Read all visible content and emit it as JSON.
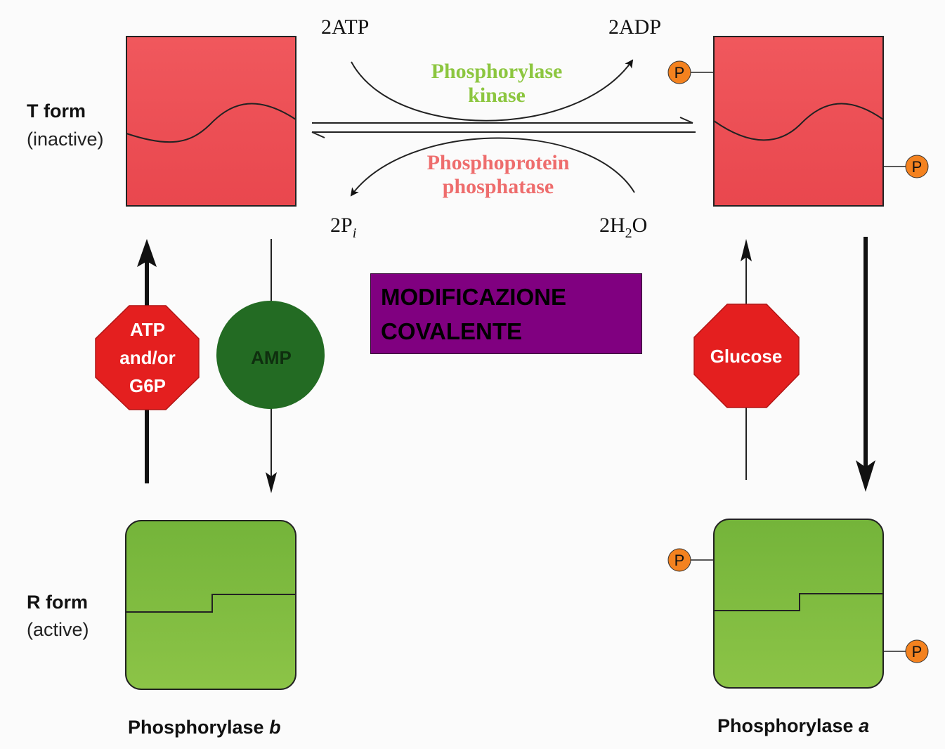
{
  "labels": {
    "t_form": "T form",
    "t_form_state": "(inactive)",
    "r_form": "R form",
    "r_form_state": "(active)",
    "phosphorylase_b": "Phosphorylase",
    "phosphorylase_b_letter": "b",
    "phosphorylase_a": "Phosphorylase",
    "phosphorylase_a_letter": "a"
  },
  "reaction": {
    "atp": "2ATP",
    "adp": "2ADP",
    "pi": "2P",
    "pi_sub": "i",
    "water_a": "2H",
    "water_sub": "2",
    "water_b": "O",
    "kinase_line1": "Phosphorylase",
    "kinase_line2": "kinase",
    "phosphatase_line1": "Phosphoprotein",
    "phosphatase_line2": "phosphatase"
  },
  "effectors": {
    "atp_line1": "ATP",
    "atp_line2": "and/or",
    "atp_line3": "G6P",
    "amp": "AMP",
    "glucose": "Glucose"
  },
  "phosphate": "P",
  "overlay_text": "MODIFICAZIONE\nCOVALENTE",
  "colors": {
    "t_form_fill": "#ec4f55",
    "r_form_fill": "#7dbb3f",
    "stop_sign": "#e41f1f",
    "amp_circle": "#236b23",
    "kinase_text": "#8cc63f",
    "phosphatase_text": "#ee6d6d",
    "phosphate_fill": "#f4821f",
    "overlay_bg": "#800080"
  }
}
